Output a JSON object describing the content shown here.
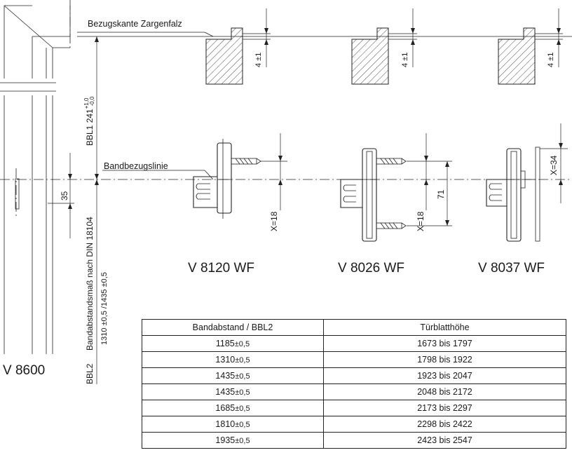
{
  "labels": {
    "bezugskante": "Bezugskante Zargenfalz",
    "bandbezugslinie": "Bandbezugslinie",
    "bbl1": "BBL1 241",
    "bbl1_tol_upper": "+1,0",
    "bbl1_tol_lower": "-0,0",
    "bandabstand": "Bandabstandsmaß nach DIN 18104",
    "bbl2_values": "1310 ±0,5 /1435 ±0,5",
    "bbl2": "BBL2",
    "v8600": "V 8600"
  },
  "dimensions": {
    "d35": "35",
    "d4_tol": "4 ±1",
    "x18": "X=18",
    "d71": "71",
    "x34": "X=34"
  },
  "products": [
    {
      "name": "V 8120 WF"
    },
    {
      "name": "V 8026 WF"
    },
    {
      "name": "V 8037 WF"
    }
  ],
  "table": {
    "headers": [
      "Bandabstand / BBL2",
      "Türblatthöhe"
    ],
    "rows": [
      {
        "bbl2": "1185",
        "tol": "±0,5",
        "height": "1673 bis 1797"
      },
      {
        "bbl2": "1310",
        "tol": "±0,5",
        "height": "1798 bis 1922"
      },
      {
        "bbl2": "1435",
        "tol": "±0,5",
        "height": "1923 bis 2047"
      },
      {
        "bbl2": "1435",
        "tol": "±0,5",
        "height": "2048 bis 2172"
      },
      {
        "bbl2": "1685",
        "tol": "±0,5",
        "height": "2173 bis 2297"
      },
      {
        "bbl2": "1810",
        "tol": "±0,5",
        "height": "2298 bis 2422"
      },
      {
        "bbl2": "1935",
        "tol": "±0,5",
        "height": "2423 bis 2547"
      }
    ]
  }
}
